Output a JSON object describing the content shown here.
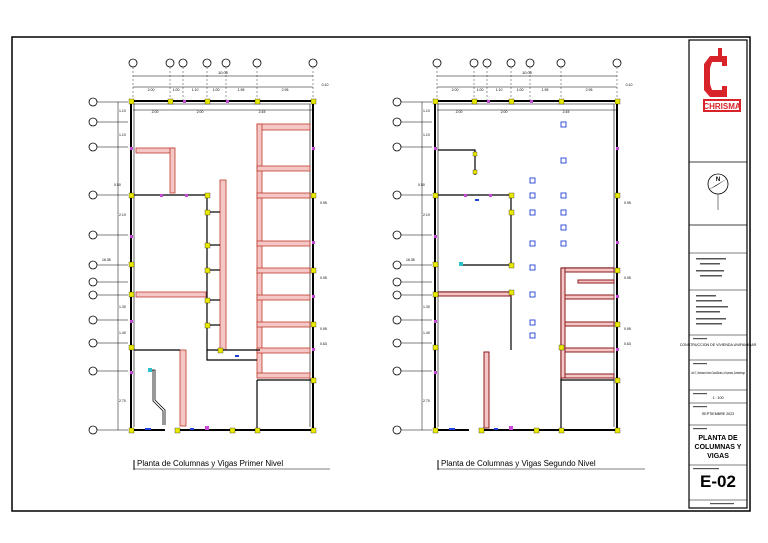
{
  "plans": [
    {
      "caption": "Planta de Columnas y Vigas Primer Nivel"
    },
    {
      "caption": "Planta de Columnas y Vigas Segundo Nivel"
    }
  ],
  "dims": {
    "overall": "10.00",
    "top_row": [
      "2.00",
      "1.00",
      "1.10",
      "1.00",
      "1.95",
      "2.95"
    ],
    "second_row": [
      "2.00",
      "2.00",
      "2.45"
    ],
    "side": [
      "1.10",
      "1.10",
      "0.50",
      "2.10",
      "16.35",
      "1.30",
      "1.40",
      "2.70"
    ],
    "right": [
      "0.95",
      "0.95",
      "0.95",
      "0.63"
    ],
    "top_right": "0.10"
  },
  "title_block": {
    "logo_text": "CHRISMA",
    "north_label": "N",
    "project_label": "CONSTRUCCION DE VIVIENDA UNIFAMILIAR",
    "location_text": "Lote 27, Urbanizacion Nueva Ciudad Bacalar, La Esperanza, Quetzaltenango",
    "sheet_ref": "1 : 100",
    "date_text": "SEPTIEMBRE 2023",
    "sheet_title": "PLANTA DE COLUMNAS Y VIGAS",
    "sheet_number": "E-02"
  },
  "colors": {
    "frame": "#000000",
    "beam_fill": "#f4c6c6",
    "beam_stroke": "#c0392b",
    "column": "#e8e800",
    "column_blue": "#1f3fd6",
    "brand_red": "#d9232a"
  }
}
